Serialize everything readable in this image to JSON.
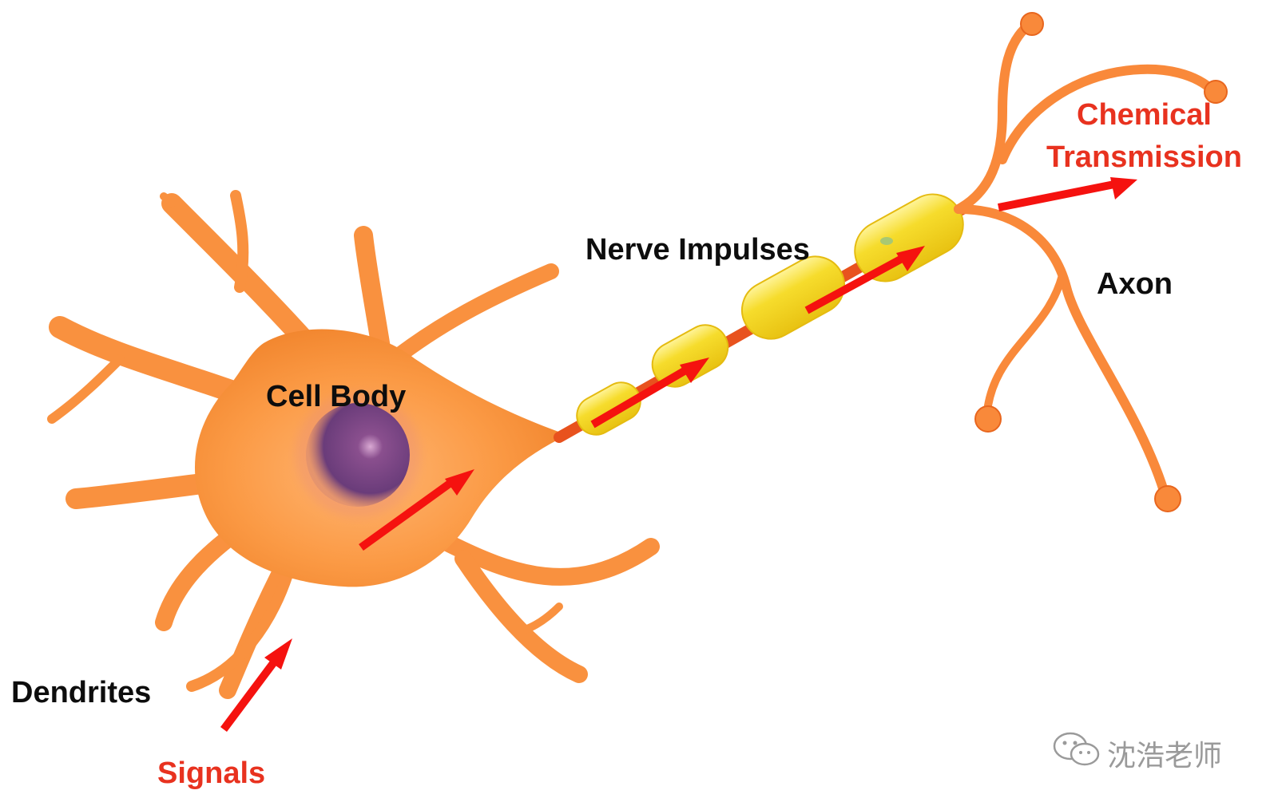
{
  "labels": {
    "cell_body": "Cell Body",
    "nerve_impulses": "Nerve Impulses",
    "chemical_line1": "Chemical",
    "chemical_line2": "Transmission",
    "axon": "Axon",
    "dendrites": "Dendrites",
    "signals": "Signals"
  },
  "watermark": {
    "text": "沈浩老师",
    "icon": "wechat-icon"
  },
  "colors": {
    "neuron": "#f9913f",
    "myelin": "#f1d21a",
    "nucleus": "#6e3f7c",
    "arrow": "#f5120f",
    "red_label": "#e8321f"
  }
}
